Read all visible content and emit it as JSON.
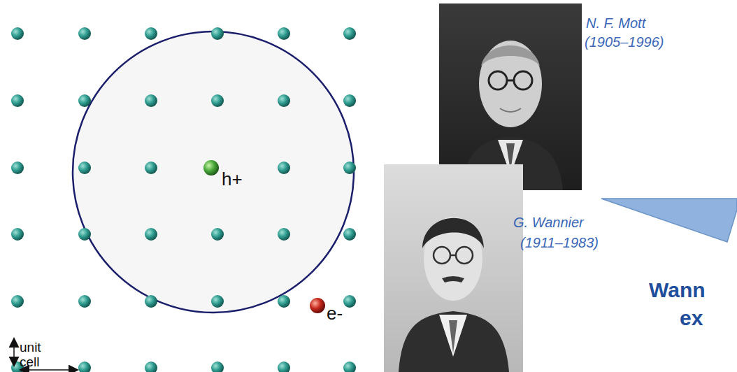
{
  "diagram": {
    "labels": [
      "N. F. Mott",
      "(1905–1996)",
      "G. Wannier",
      "(1911–1983)",
      "h+",
      "e-",
      "unit cell",
      "Wann",
      "ex"
    ]
  }
}
